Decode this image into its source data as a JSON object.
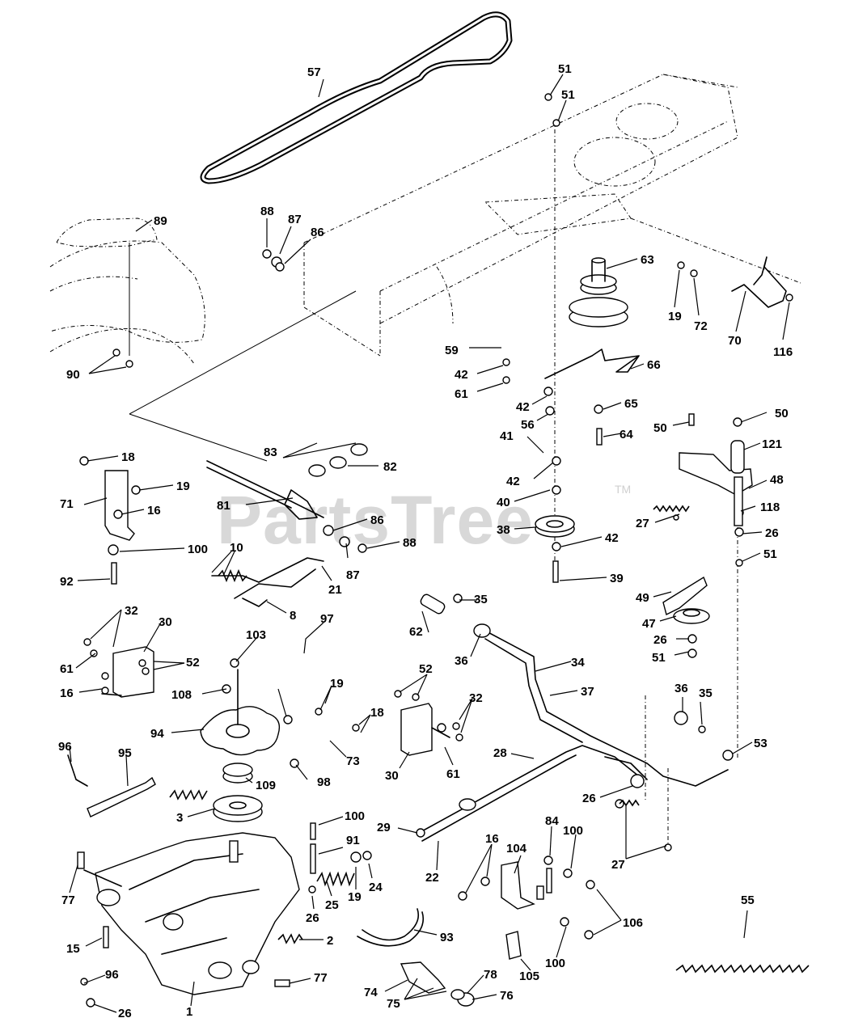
{
  "watermark": {
    "text": "PartsTree",
    "trademark": "TM"
  },
  "callouts": [
    {
      "label": "57"
    },
    {
      "label": "51"
    },
    {
      "label": "51"
    },
    {
      "label": "89"
    },
    {
      "label": "88"
    },
    {
      "label": "87"
    },
    {
      "label": "86"
    },
    {
      "label": "63"
    },
    {
      "label": "19"
    },
    {
      "label": "72"
    },
    {
      "label": "70"
    },
    {
      "label": "116"
    },
    {
      "label": "90"
    },
    {
      "label": "59"
    },
    {
      "label": "42"
    },
    {
      "label": "61"
    },
    {
      "label": "66"
    },
    {
      "label": "42"
    },
    {
      "label": "56"
    },
    {
      "label": "65"
    },
    {
      "label": "64"
    },
    {
      "label": "50"
    },
    {
      "label": "50"
    },
    {
      "label": "121"
    },
    {
      "label": "41"
    },
    {
      "label": "42"
    },
    {
      "label": "48"
    },
    {
      "label": "18"
    },
    {
      "label": "83"
    },
    {
      "label": "82"
    },
    {
      "label": "19"
    },
    {
      "label": "71"
    },
    {
      "label": "16"
    },
    {
      "label": "81"
    },
    {
      "label": "40"
    },
    {
      "label": "118"
    },
    {
      "label": "27"
    },
    {
      "label": "86"
    },
    {
      "label": "38"
    },
    {
      "label": "42"
    },
    {
      "label": "26"
    },
    {
      "label": "100"
    },
    {
      "label": "88"
    },
    {
      "label": "51"
    },
    {
      "label": "87"
    },
    {
      "label": "10"
    },
    {
      "label": "92"
    },
    {
      "label": "21"
    },
    {
      "label": "39"
    },
    {
      "label": "49"
    },
    {
      "label": "8"
    },
    {
      "label": "32"
    },
    {
      "label": "35"
    },
    {
      "label": "62"
    },
    {
      "label": "47"
    },
    {
      "label": "30"
    },
    {
      "label": "97"
    },
    {
      "label": "103"
    },
    {
      "label": "26"
    },
    {
      "label": "51"
    },
    {
      "label": "52"
    },
    {
      "label": "36"
    },
    {
      "label": "61"
    },
    {
      "label": "34"
    },
    {
      "label": "52"
    },
    {
      "label": "16"
    },
    {
      "label": "19"
    },
    {
      "label": "37"
    },
    {
      "label": "36"
    },
    {
      "label": "108"
    },
    {
      "label": "32"
    },
    {
      "label": "35"
    },
    {
      "label": "18"
    },
    {
      "label": "94"
    },
    {
      "label": "53"
    },
    {
      "label": "73"
    },
    {
      "label": "96"
    },
    {
      "label": "95"
    },
    {
      "label": "28"
    },
    {
      "label": "30"
    },
    {
      "label": "61"
    },
    {
      "label": "98"
    },
    {
      "label": "109"
    },
    {
      "label": "26"
    },
    {
      "label": "3"
    },
    {
      "label": "100"
    },
    {
      "label": "84"
    },
    {
      "label": "29"
    },
    {
      "label": "100"
    },
    {
      "label": "16"
    },
    {
      "label": "91"
    },
    {
      "label": "104"
    },
    {
      "label": "27"
    },
    {
      "label": "22"
    },
    {
      "label": "24"
    },
    {
      "label": "77"
    },
    {
      "label": "25"
    },
    {
      "label": "19"
    },
    {
      "label": "55"
    },
    {
      "label": "26"
    },
    {
      "label": "106"
    },
    {
      "label": "93"
    },
    {
      "label": "15"
    },
    {
      "label": "2"
    },
    {
      "label": "100"
    },
    {
      "label": "105"
    },
    {
      "label": "96"
    },
    {
      "label": "77"
    },
    {
      "label": "78"
    },
    {
      "label": "74"
    },
    {
      "label": "26"
    },
    {
      "label": "1"
    },
    {
      "label": "75"
    },
    {
      "label": "76"
    }
  ]
}
